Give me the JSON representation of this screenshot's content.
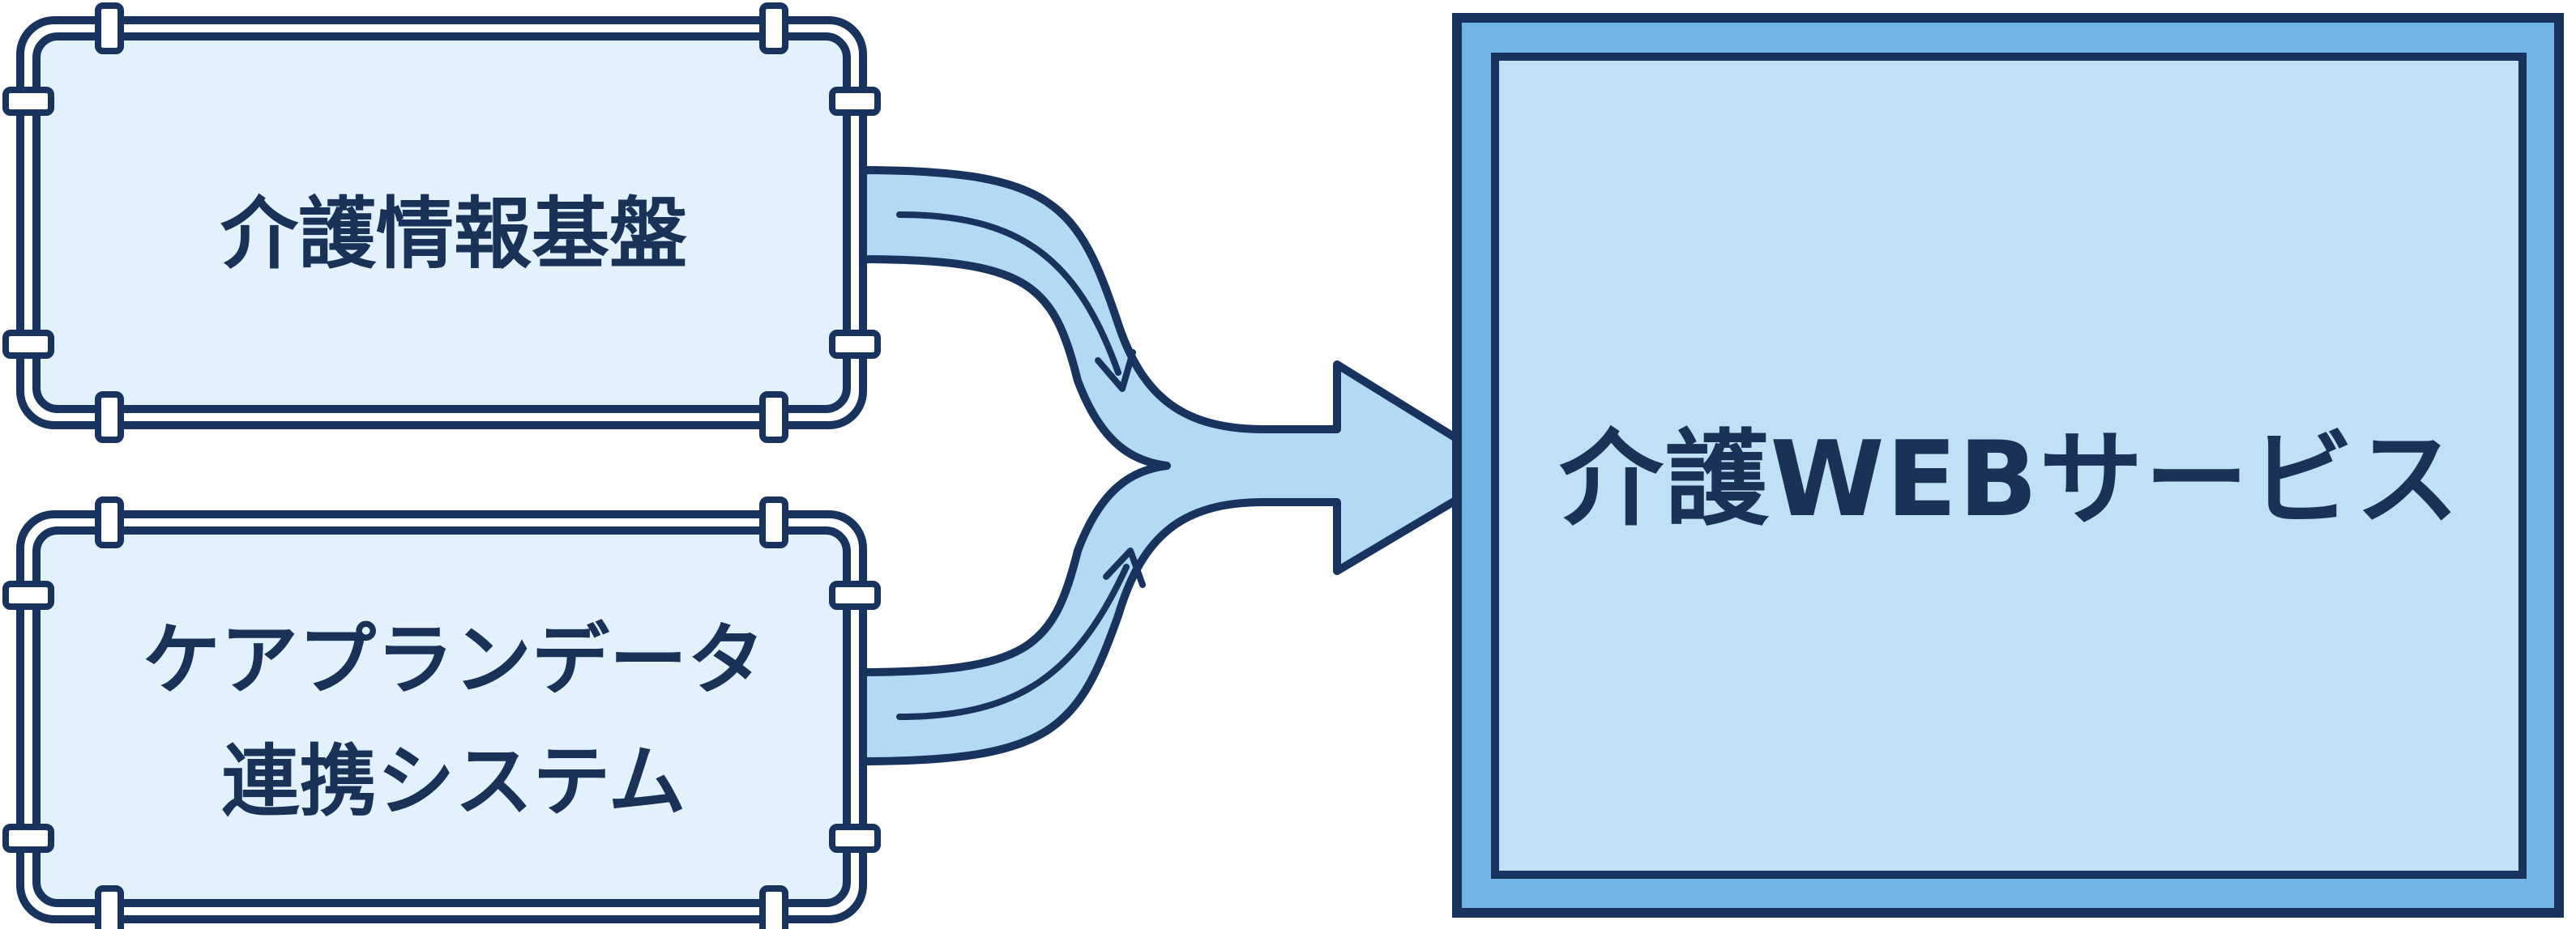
{
  "colors": {
    "outline": "#17335e",
    "source_fill": "#e2f1fb",
    "target_outer_fill": "#6fb5e6",
    "target_inner_fill": "#bfe0f5",
    "arrow_fill": "#b3daf4",
    "text": "#1a3158"
  },
  "source_top": {
    "label": "介護情報基盤"
  },
  "source_bottom": {
    "line1": "ケアプランデータ",
    "line2": "連携システム"
  },
  "target": {
    "label": "介護WEBサービス"
  }
}
